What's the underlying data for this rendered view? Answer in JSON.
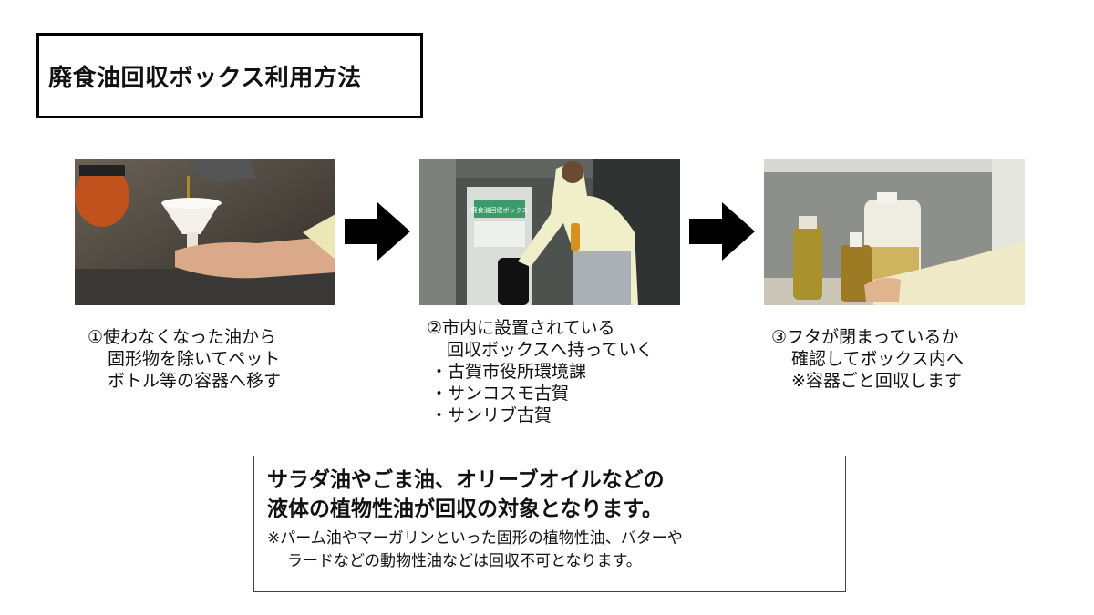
{
  "title": "廃食油回収ボックス利用方法",
  "steps": [
    {
      "lines": [
        "①使わなくなった油から",
        "固形物を除いてペット",
        "ボトル等の容器へ移す"
      ]
    },
    {
      "lines": [
        "②市内に設置されている",
        "回収ボックスへ持っていく"
      ],
      "bullets": [
        "・古賀市役所環境課",
        "・サンコスモ古賀",
        "・サンリブ古賀"
      ]
    },
    {
      "lines": [
        "③フタが閉まっているか",
        "確認してボックス内へ",
        "※容器ごと回収します"
      ]
    }
  ],
  "photo2_sign": "廃食油回収ボックス",
  "note": {
    "main_lines": [
      "サラダ油やごま油、オリーブオイルなどの",
      "液体の植物性油が回収の対象となります。"
    ],
    "sub_lines": [
      "※パーム油やマーガリンといった固形の植物性油、バターや",
      "ラードなどの動物性油などは回収不可となります。"
    ]
  }
}
